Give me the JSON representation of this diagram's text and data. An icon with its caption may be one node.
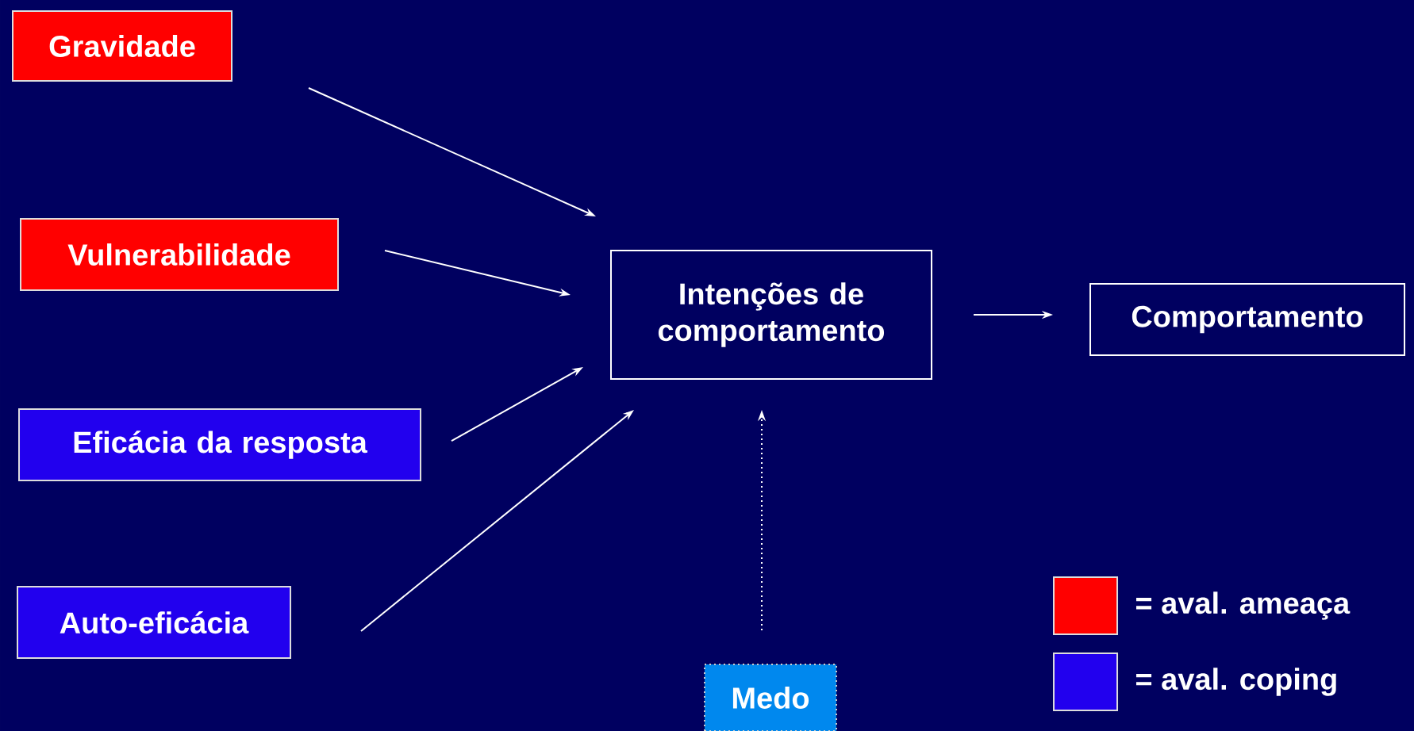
{
  "diagram": {
    "nodes": [
      {
        "text": [
          "Gravidade"
        ]
      },
      {
        "text": [
          "Vulnerabilidade"
        ]
      },
      {
        "text": [
          "Eficácia da resposta"
        ]
      },
      {
        "text": [
          "Auto-eficácia"
        ]
      },
      {
        "text": [
          "Intenções de comportamento"
        ]
      },
      {
        "text": [
          "Comportamento"
        ]
      },
      {
        "text": [
          "Medo"
        ]
      }
    ],
    "edges": [
      {
        "from": 0,
        "to": 4,
        "arrow": "to"
      },
      {
        "from": 1,
        "to": 4,
        "arrow": "to"
      },
      {
        "from": 2,
        "to": 4,
        "arrow": "to"
      },
      {
        "from": 3,
        "to": 4,
        "arrow": "to"
      },
      {
        "from": 4,
        "to": 5,
        "arrow": "to"
      },
      {
        "from": 6,
        "to": 4,
        "arrow": "to",
        "style": "dashed"
      }
    ],
    "legend": [
      {
        "text": "= aval. ameaça",
        "color": "#ff0000"
      },
      {
        "text": "= aval. coping",
        "color": "#2200ee"
      }
    ]
  }
}
